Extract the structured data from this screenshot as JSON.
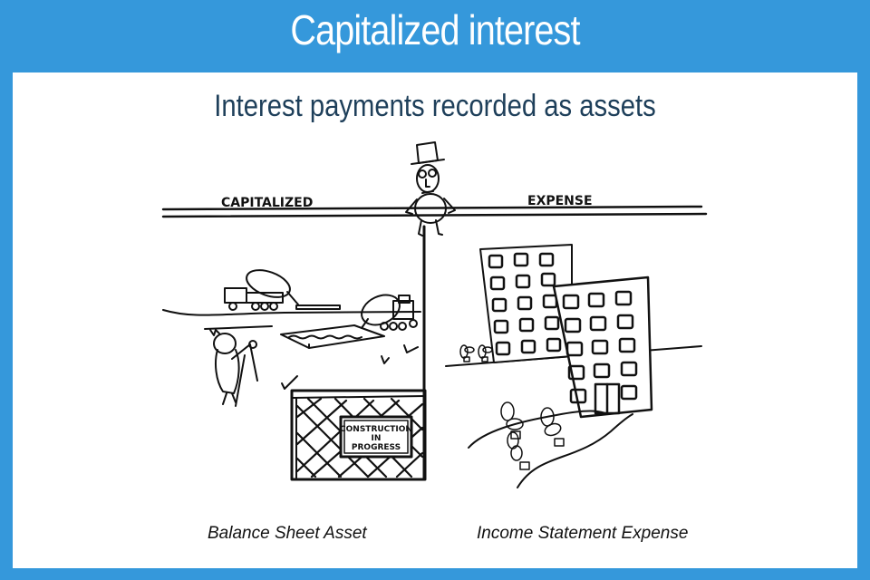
{
  "slide": {
    "title": "Capitalized interest",
    "subtitle": "Interest payments recorded as assets",
    "colors": {
      "background": "#3598db",
      "panel": "#ffffff",
      "subtitle": "#1e3f5a"
    }
  },
  "illustration": {
    "left_label": "CAPITALIZED",
    "right_label": "EXPENSE",
    "sign_lines": [
      "CONSTRUCTION",
      "IN",
      "PROGRESS"
    ]
  },
  "captions": {
    "left": "Balance Sheet Asset",
    "right": "Income Statement Expense"
  }
}
